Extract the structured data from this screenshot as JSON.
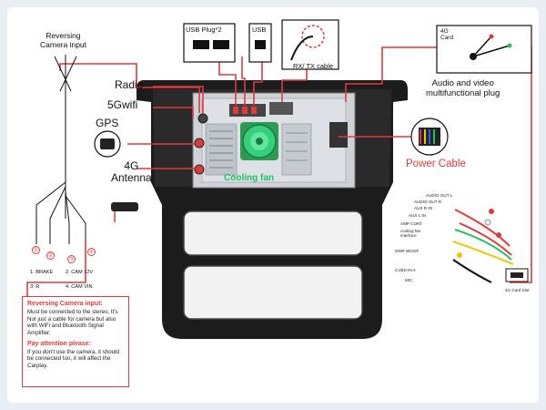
{
  "labels": {
    "reversing_camera_input": "Reversing\nCamera input",
    "usb_plug": "USB Plug*2",
    "usb": "USB",
    "rx_tx_cable": "RX/ TX cable",
    "card_4g": "4G\nCard",
    "audio_video_plug": "Audio and video\nmultifunctional plug",
    "radio": "Radio",
    "wifi": "5Gwifi",
    "gps": "GPS",
    "antenna_4g": "4G\nAntenna",
    "cooling_fan": "Cooling fan",
    "power_cable": "Power Cable",
    "card_slot_4g": "4G Card Slot"
  },
  "camera_numbers": [
    "①",
    "②",
    "③",
    "④"
  ],
  "camera_legend": [
    {
      "left": "1. BRAKE",
      "right": "2. CAM 12V"
    },
    {
      "left": "3. R",
      "right": "4. CAM VIN"
    }
  ],
  "harness_labels": [
    "AUDIO OUT L",
    "AUDIO OUT R",
    "AUX R IN",
    "AUX L IN",
    "AMP CONT",
    "cooling fan\ninterface",
    "SWR WOOF",
    "CVBS-IN-4",
    "MIC"
  ],
  "note": {
    "title": "Reversing Camera input:",
    "body": "Must be connected to the stereo, It's Not just a cable for camera but also with WiFi and Bluetooth Signal Amplifier.",
    "attention_title": "Pay attention please:",
    "attention_body": "If you don't use the camera, it should be connected too, it will affect the Carplay."
  },
  "colors": {
    "accent_red": "#e03a3a",
    "fan_green": "#22c060",
    "frame_black": "#1c1c1c",
    "background": "#e9eef5"
  }
}
